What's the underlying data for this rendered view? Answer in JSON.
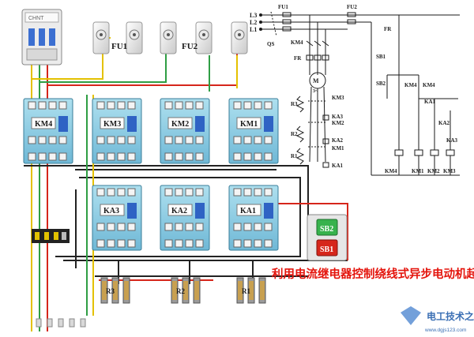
{
  "title": "利用电流继电器控制绕线式异步电动机起动控制线路",
  "watermark": {
    "brand": "电工技术之家",
    "url": "www.dgjs123.com"
  },
  "breaker_brand": "CHNT",
  "wiring": {
    "fuse_groups": [
      "FU1",
      "FU2"
    ],
    "top_contactors": [
      "KM4",
      "KM3",
      "KM2",
      "KM1"
    ],
    "relays": [
      "KA3",
      "KA2",
      "KA1"
    ],
    "buttons": [
      "SB2",
      "SB1"
    ],
    "resistors": [
      "R3",
      "R2",
      "R1"
    ]
  },
  "schematic": {
    "supply": [
      "L3",
      "L2",
      "L1"
    ],
    "fuse_main": "FU1",
    "fuse_ctrl": "FU2",
    "switch": "QS",
    "thermal": "FR",
    "contactor_main": "KM4",
    "motor": "M",
    "motor_sub": "3~",
    "rotor_res": [
      "R3",
      "R2",
      "R1"
    ],
    "rotor_contacts": [
      "KM3",
      "KM2",
      "KM1"
    ],
    "current_relays": [
      "KA3",
      "KA2",
      "KA1"
    ],
    "ctrl_fr": "FR",
    "stop_button": "SB1",
    "start_button": "SB2",
    "hold_contact": "KM4",
    "interlock_km4": "KM4",
    "ctrl_ka": [
      "KA1",
      "KA2",
      "KA3"
    ],
    "coils": [
      "KM4",
      "KM1",
      "KM2",
      "KM3"
    ]
  }
}
